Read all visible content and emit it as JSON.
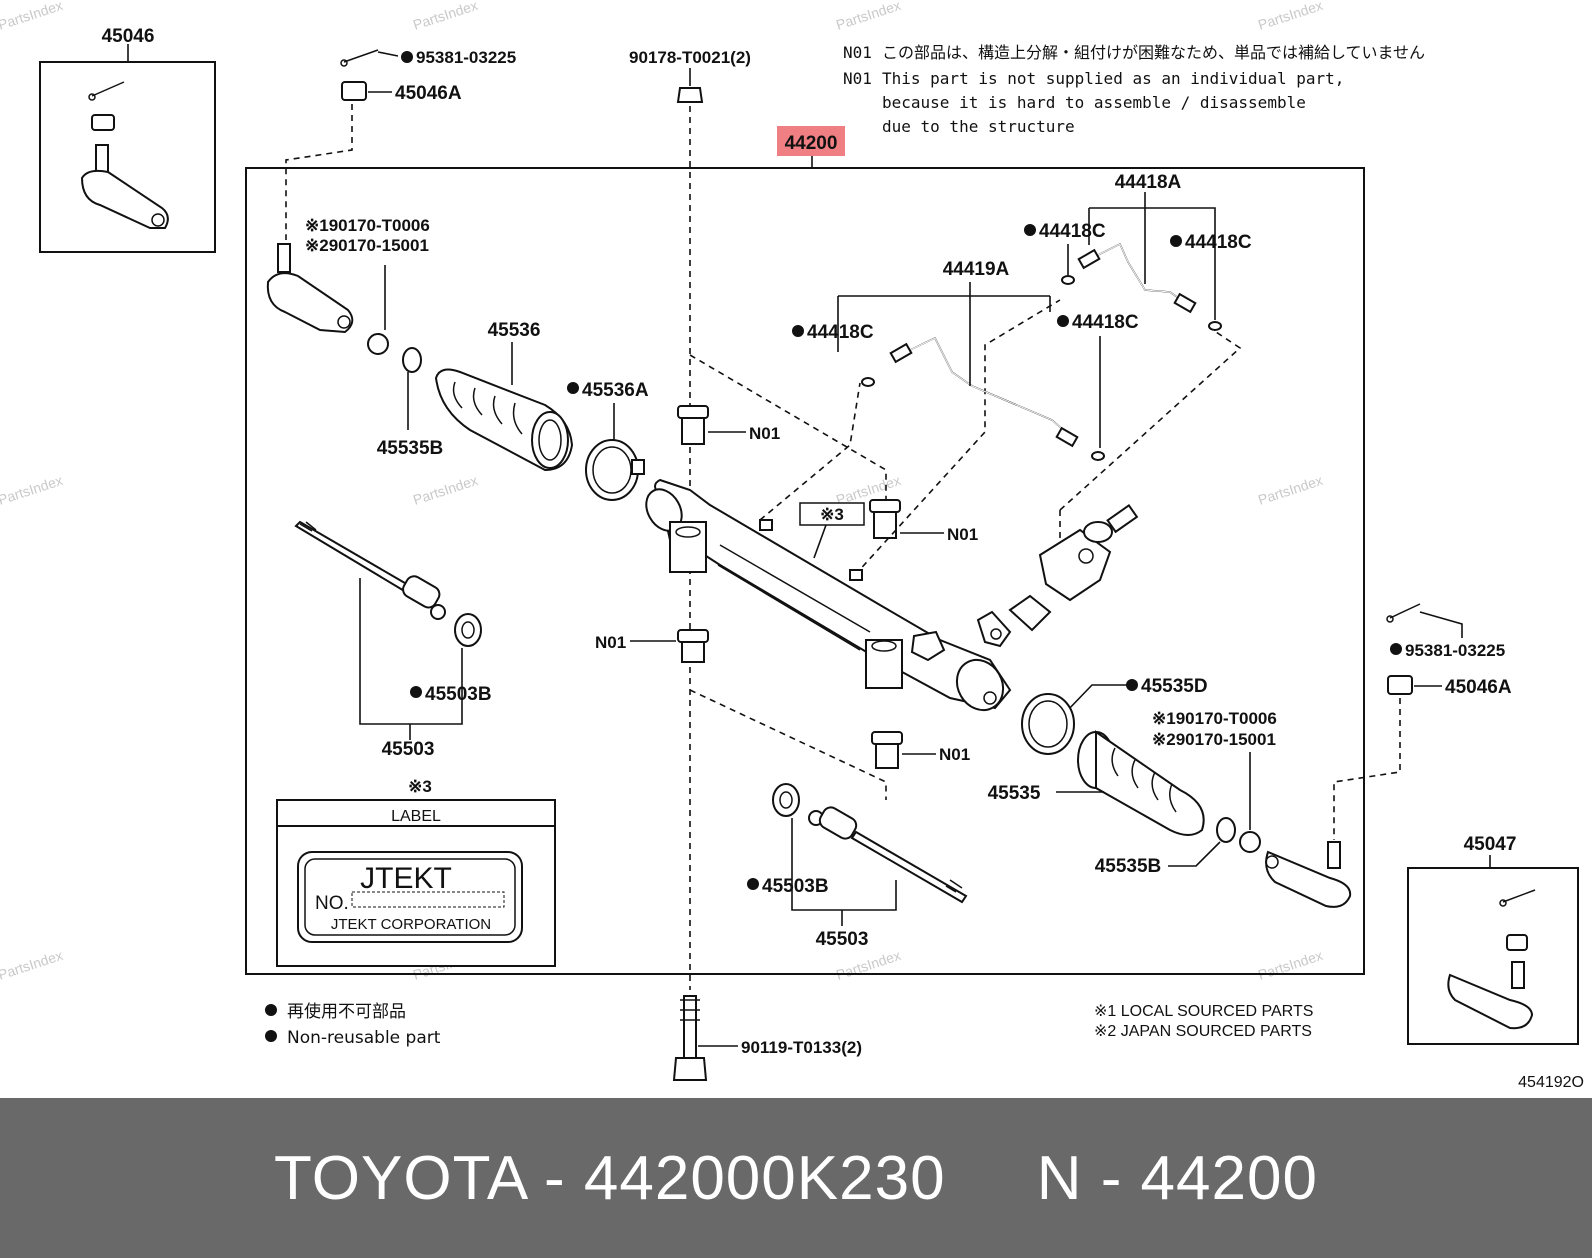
{
  "watermark": "PartsIndex",
  "notes": {
    "code": "N01",
    "jp": "この部品は、構造上分解・組付けが困難なため、単品では補給していません",
    "en_line1": "This part is not supplied as an individual part,",
    "en_line2": "because it is hard to assemble / disassemble",
    "en_line3": "due to the structure"
  },
  "main_part": {
    "number": "44200",
    "highlight_color": "#f07f84"
  },
  "parts": {
    "p45046": "45046",
    "p45047": "45047",
    "p95381_left": "95381-03225",
    "p45046A_left": "45046A",
    "p90178": "90178-T0021(2)",
    "p190170_left": "※190170-T0006",
    "p290170_left": "※290170-15001",
    "p45536": "45536",
    "p45536A": "45536A",
    "p45535B_left": "45535B",
    "p44418A": "44418A",
    "p44418C_1": "44418C",
    "p44418C_2": "44418C",
    "p44418C_3": "44418C",
    "p44418C_4": "44418C",
    "p44419A": "44419A",
    "n01_1": "N01",
    "n01_2": "N01",
    "n01_3": "N01",
    "n01_4": "N01",
    "ref3": "※3",
    "p45503B_left": "45503B",
    "p45503_left": "45503",
    "p95381_right": "95381-03225",
    "p45046A_right": "45046A",
    "p45535D": "45535D",
    "p190170_right": "※190170-T0006",
    "p290170_right": "※290170-15001",
    "p45535": "45535",
    "p45535B_right": "45535B",
    "p45503B_right": "45503B",
    "p45503_right": "45503",
    "p90119": "90119-T0133(2)"
  },
  "label_box": {
    "ref": "※3",
    "header": "LABEL",
    "brand": "JTEKT",
    "no": "NO.",
    "corp": "JTEKT CORPORATION"
  },
  "legend": {
    "jp": "再使用不可部品",
    "en": "Non-reusable part"
  },
  "sourcing": {
    "line1": "※1 LOCAL SOURCED PARTS",
    "line2": "※2 JAPAN SOURCED PARTS"
  },
  "illustration_id": "454192O",
  "footer": {
    "title": "TOYOTA - 442000K230     N - 44200",
    "background": "#696969"
  }
}
